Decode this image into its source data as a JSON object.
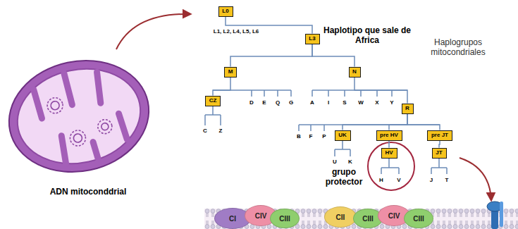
{
  "diagram": {
    "nodes": [
      {
        "text": [
          "L0"
        ]
      },
      {
        "text": [
          "L3"
        ]
      },
      {
        "text": [
          "M"
        ]
      },
      {
        "text": [
          "N"
        ]
      },
      {
        "text": [
          "CZ"
        ]
      },
      {
        "text": [
          "R"
        ]
      },
      {
        "text": [
          "UK"
        ]
      },
      {
        "text": [
          "pre HV"
        ]
      },
      {
        "text": [
          "pre JT"
        ]
      },
      {
        "text": [
          "HV"
        ]
      },
      {
        "text": [
          "JT"
        ]
      },
      {
        "text": [
          "CI"
        ]
      },
      {
        "text": [
          "CIV"
        ]
      },
      {
        "text": [
          "CIII"
        ]
      },
      {
        "text": [
          "CII"
        ]
      },
      {
        "text": [
          "CIII"
        ]
      },
      {
        "text": [
          "CIV"
        ]
      },
      {
        "text": [
          "CIII"
        ]
      }
    ],
    "edges": [
      {
        "from": 0,
        "to": 1,
        "arrow": "none"
      },
      {
        "from": 1,
        "to": 2,
        "arrow": "none"
      },
      {
        "from": 1,
        "to": 3,
        "arrow": "none"
      },
      {
        "from": 2,
        "to": 4,
        "arrow": "none"
      },
      {
        "from": 3,
        "to": 5,
        "arrow": "none"
      },
      {
        "from": 5,
        "to": 6,
        "arrow": "none"
      },
      {
        "from": 5,
        "to": 7,
        "arrow": "none"
      },
      {
        "from": 5,
        "to": 8,
        "arrow": "none"
      },
      {
        "from": 7,
        "to": 9,
        "arrow": "none"
      },
      {
        "from": 8,
        "to": 10,
        "arrow": "none"
      }
    ],
    "labels": [
      "L1, L2, L4, L5, L6",
      "Haplotipo que sale de Africa",
      "Haplogrupos mitocondriales",
      "D",
      "E",
      "Q",
      "G",
      "A",
      "I",
      "S",
      "W",
      "X",
      "Y",
      "C",
      "Z",
      "B",
      "F",
      "P",
      "U",
      "K",
      "grupo protector",
      "H",
      "V",
      "J",
      "T",
      "ADN mitoconddrial"
    ]
  }
}
